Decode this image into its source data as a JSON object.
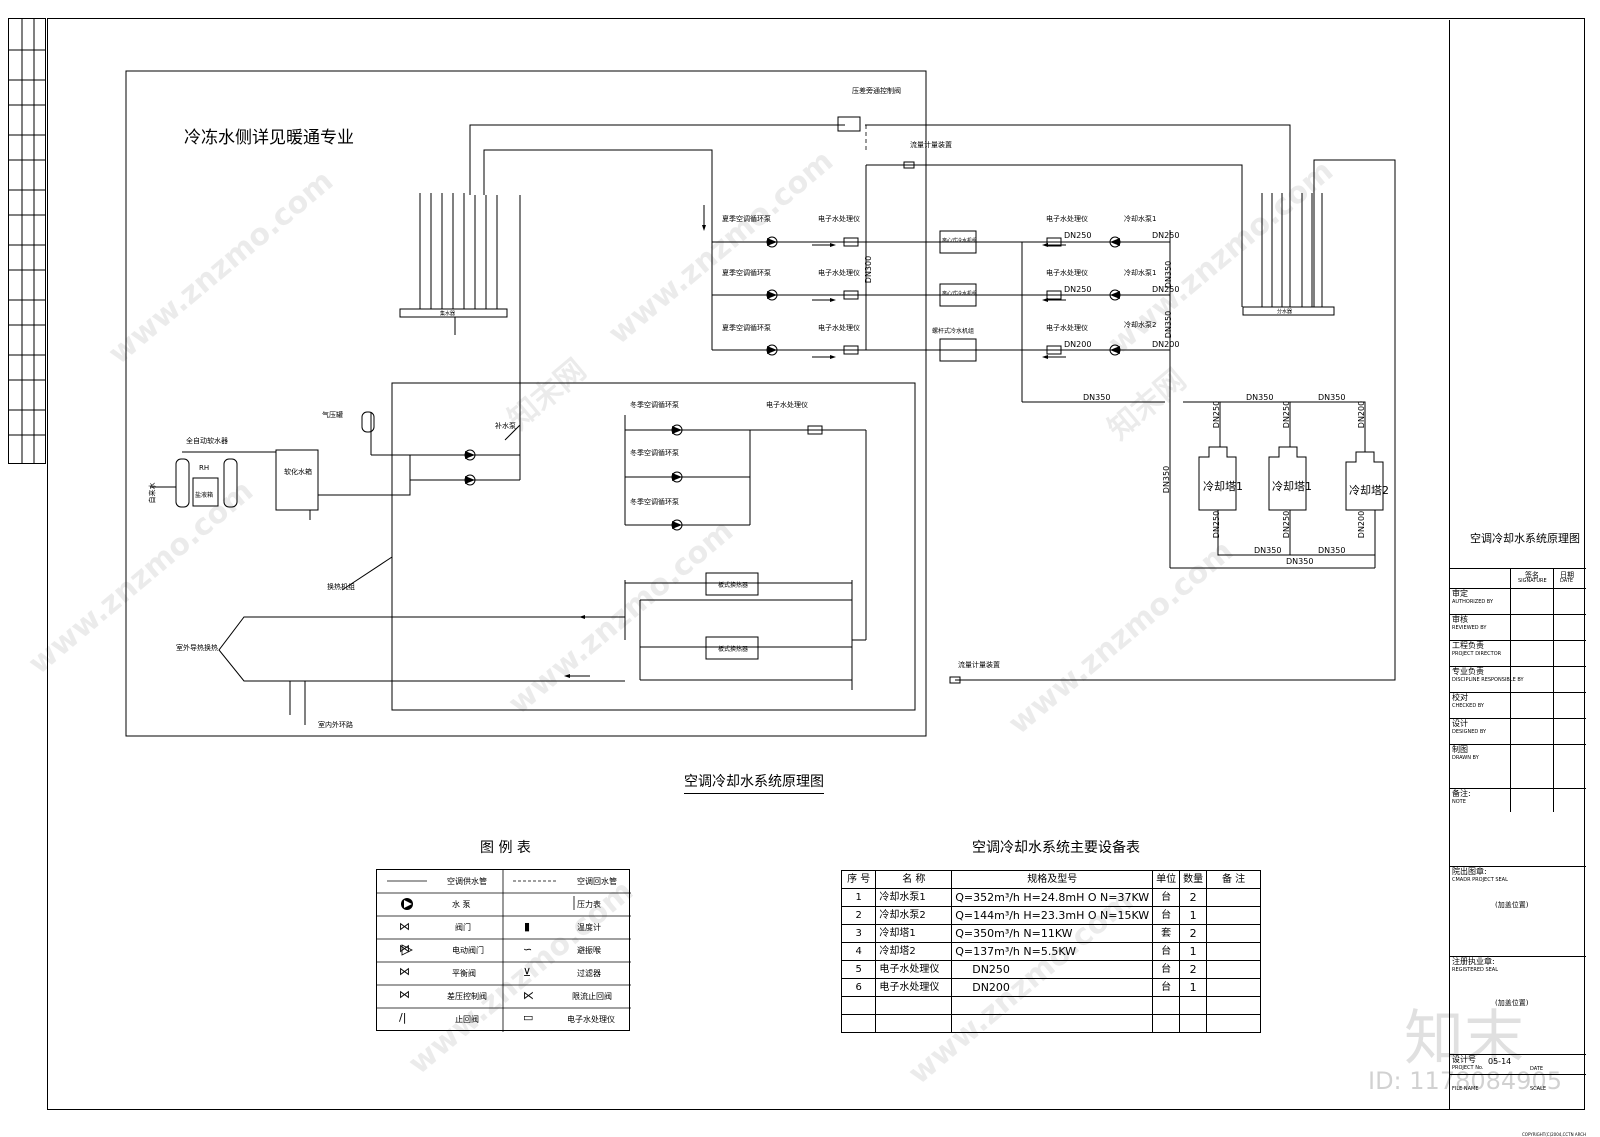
{
  "labels": {
    "chilled_note": "冷冻水侧详见暖通专业",
    "diagram_title": "空调冷却水系统原理图",
    "pressure_valve": "压差旁通控制阀",
    "flowmeter": "流量计量装置",
    "flowmeter2": "流量计量装置",
    "summer_pump": "夏季空调循环泵",
    "winter_pump": "冬季空调循环泵",
    "ewater": "电子水处理仪",
    "centrifugal_chiller": "离心式冷水机组",
    "screw_chiller": "螺杆式冷水机组",
    "cooling_pump1": "冷却水泵1",
    "cooling_pump2": "冷却水泵2",
    "collector": "集水器",
    "distributor": "分水器",
    "air_tank": "气压罐",
    "makeup_pump": "补水泵",
    "softener": "全自动软水器",
    "salt_box": "盐液箱",
    "soft_tank": "软化水箱",
    "tap_water": "自来水",
    "rh": "RH",
    "hx_unit": "换热机组",
    "plate_hx": "板式换热器",
    "outdoor_hx": "室外导热换热",
    "ground_loop": "室内外环路",
    "cooling_tower1": "冷却塔1",
    "cooling_tower2": "冷却塔2",
    "dn250": "DN250",
    "dn200": "DN200",
    "dn300": "DN300",
    "dn350": "DN350"
  },
  "legend": {
    "title": "图 例 表",
    "rows": [
      [
        "空调供水管",
        "空调回水管"
      ],
      [
        "水 泵",
        "压力表"
      ],
      [
        "阀门",
        "温度计"
      ],
      [
        "电动阀门",
        "避振喉"
      ],
      [
        "平衡阀",
        "过滤器"
      ],
      [
        "差压控制阀",
        "限流止回阀"
      ],
      [
        "止回阀",
        "电子水处理仪"
      ]
    ]
  },
  "equipment": {
    "title": "空调冷却水系统主要设备表",
    "headers": [
      "序 号",
      "名  称",
      "规格及型号",
      "单位",
      "数量",
      "备 注"
    ],
    "rows": [
      [
        "1",
        "冷却水泵1",
        "Q=352m³/h  H=24.8mH O N=37KW",
        "台",
        "2",
        ""
      ],
      [
        "2",
        "冷却水泵2",
        "Q=144m³/h  H=23.3mH O N=15KW",
        "台",
        "1",
        ""
      ],
      [
        "3",
        "冷却塔1",
        "Q=350m³/h    N=11KW",
        "套",
        "2",
        ""
      ],
      [
        "4",
        "冷却塔2",
        "Q=137m³/h    N=5.5KW",
        "台",
        "1",
        ""
      ],
      [
        "5",
        "电子水处理仪",
        "DN250",
        "台",
        "2",
        ""
      ],
      [
        "6",
        "电子水处理仪",
        "DN200",
        "台",
        "1",
        ""
      ]
    ]
  },
  "title_block": {
    "drawing_name": "空调冷却水系统原理图",
    "sign_cn": "签名",
    "sign_en": "SIGNATURE",
    "date_cn": "日期",
    "date_en": "DATE",
    "roles": [
      {
        "cn": "审定",
        "en": "AUTHORIZED BY"
      },
      {
        "cn": "审核",
        "en": "REVIEWED BY"
      },
      {
        "cn": "工程负责",
        "en": "PROJECT DIRECTOR"
      },
      {
        "cn": "专业负责",
        "en": "DISCIPLINE RESPONSIBLE BY"
      },
      {
        "cn": "校对",
        "en": "CHECKED BY"
      },
      {
        "cn": "设计",
        "en": "DESIGNED BY"
      },
      {
        "cn": "制图",
        "en": "DRAWN BY"
      }
    ],
    "note_cn": "备注:",
    "note_en": "NOTE",
    "seal_cn": "院出图章:",
    "seal_en": "CMADR PROJECT SEAL",
    "seal_place": "(加盖位置)",
    "reg_cn": "注册执业章:",
    "reg_en": "REGISTERED SEAL",
    "reg_place": "(加盖位置)",
    "proj_cn": "设计号",
    "proj_en": "PROJECT No.",
    "proj_no": "05-14",
    "file_en": "FILE NAME",
    "date_label": "DATE",
    "scale_en": "SCALE",
    "copyright": "COPYRIGHT(C)2004,CCTN ARCH"
  },
  "watermark": {
    "site": "www.znzmo.com",
    "brand": "知末网",
    "logo": "知末",
    "id": "ID: 1178084905"
  }
}
